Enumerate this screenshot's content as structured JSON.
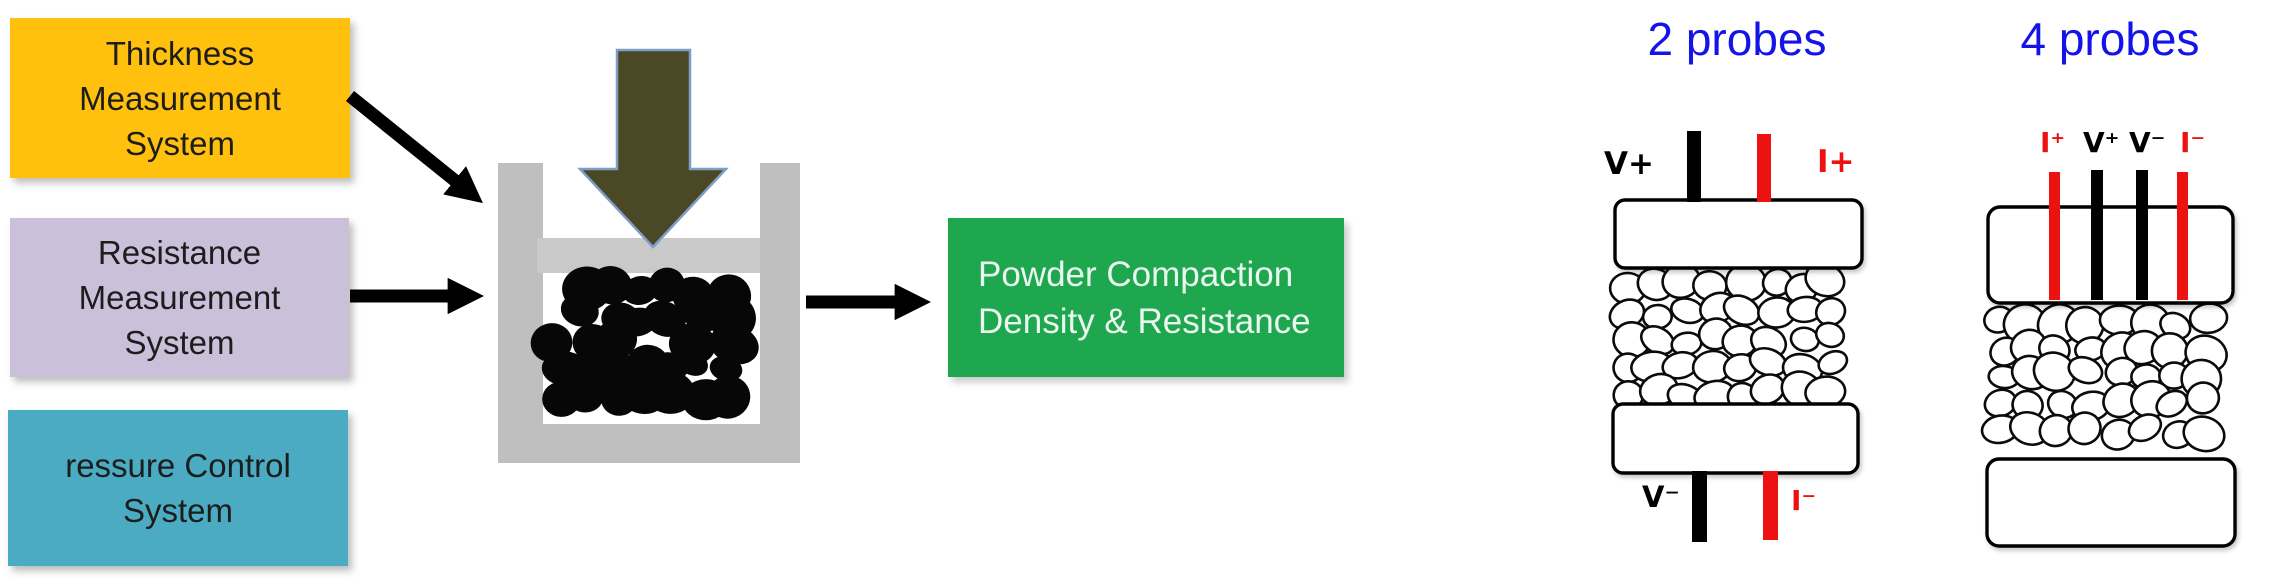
{
  "boxes": [
    {
      "label": "Thickness\nMeasurement\nSystem",
      "color": "#FFC10D"
    },
    {
      "label": "Resistance\nMeasurement\nSystem",
      "color": "#CBC0DA"
    },
    {
      "label": "ressure Control\nSystem",
      "color": "#4AABC3"
    }
  ],
  "output_box": {
    "label": "Powder Compaction\nDensity & Resistance",
    "color": "#1FA750",
    "text_color": "#EAF7EF"
  },
  "diagram2": {
    "title": "2 probes",
    "label_v_plus": "V+",
    "label_i_plus": "I+",
    "label_v_minus": "V⁻",
    "label_i_minus": "I⁻"
  },
  "diagram4": {
    "title": "4 probes",
    "label_i_plus": "I⁺",
    "label_v_plus": "V⁺",
    "label_v_minus": "V⁻",
    "label_i_minus": "I⁻"
  },
  "colors": {
    "title_blue": "#1414E8",
    "probe_red": "#EC1212",
    "press_arrow_fill": "#4B4826",
    "press_arrow_border": "#7E9DC8",
    "container_gray": "#BFBFBF",
    "arrow_black": "#000000"
  }
}
